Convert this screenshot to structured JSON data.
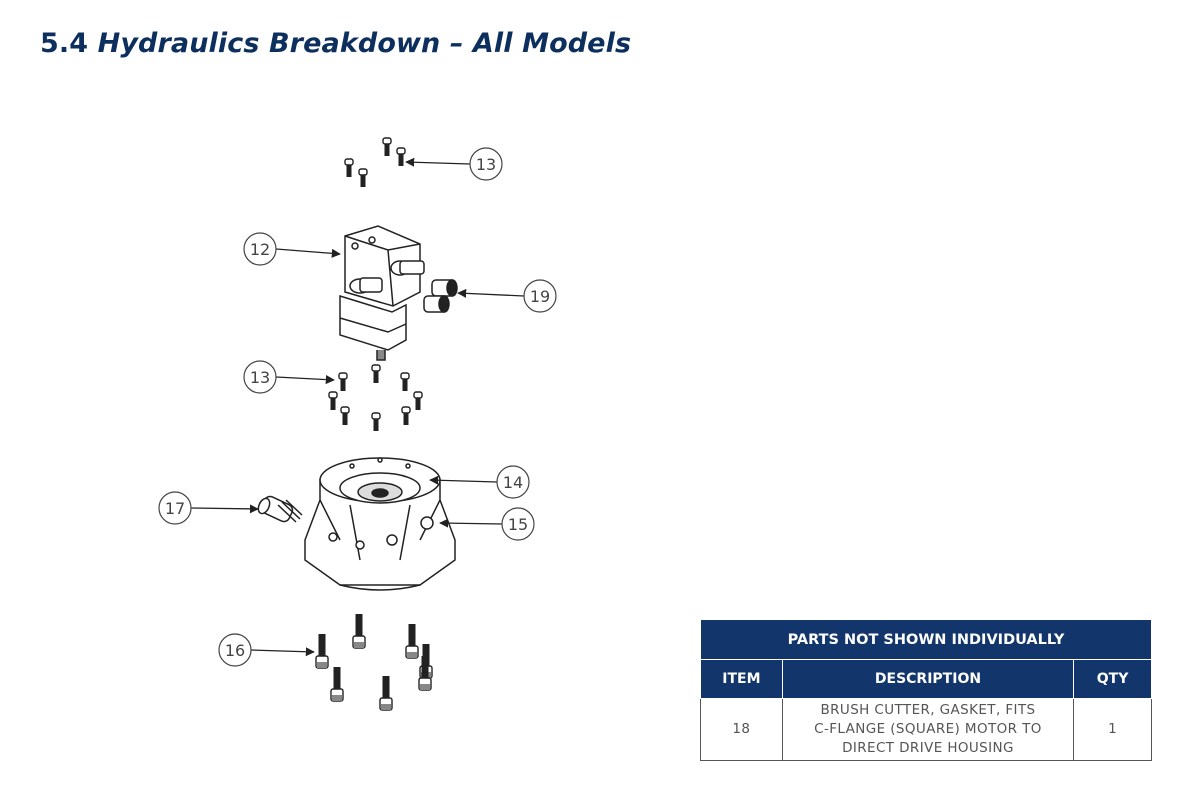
{
  "page": {
    "title_num": "5.4",
    "title_text": "Hydraulics Breakdown – All Models"
  },
  "diagram": {
    "callouts": [
      "13",
      "12",
      "19",
      "13",
      "14",
      "15",
      "17",
      "16"
    ]
  },
  "parts_table": {
    "title": "PARTS NOT SHOWN INDIVIDUALLY",
    "headers": {
      "item": "ITEM",
      "description": "DESCRIPTION",
      "qty": "QTY"
    },
    "rows": [
      {
        "item": "18",
        "description": "BRUSH CUTTER, GASKET, FITS\nC-FLANGE (SQUARE) MOTOR TO\nDIRECT DRIVE HOUSING",
        "qty": "1"
      }
    ]
  },
  "colors": {
    "title": "#0d2f5e",
    "table_header": "#12356b",
    "line_art": "#222222"
  }
}
